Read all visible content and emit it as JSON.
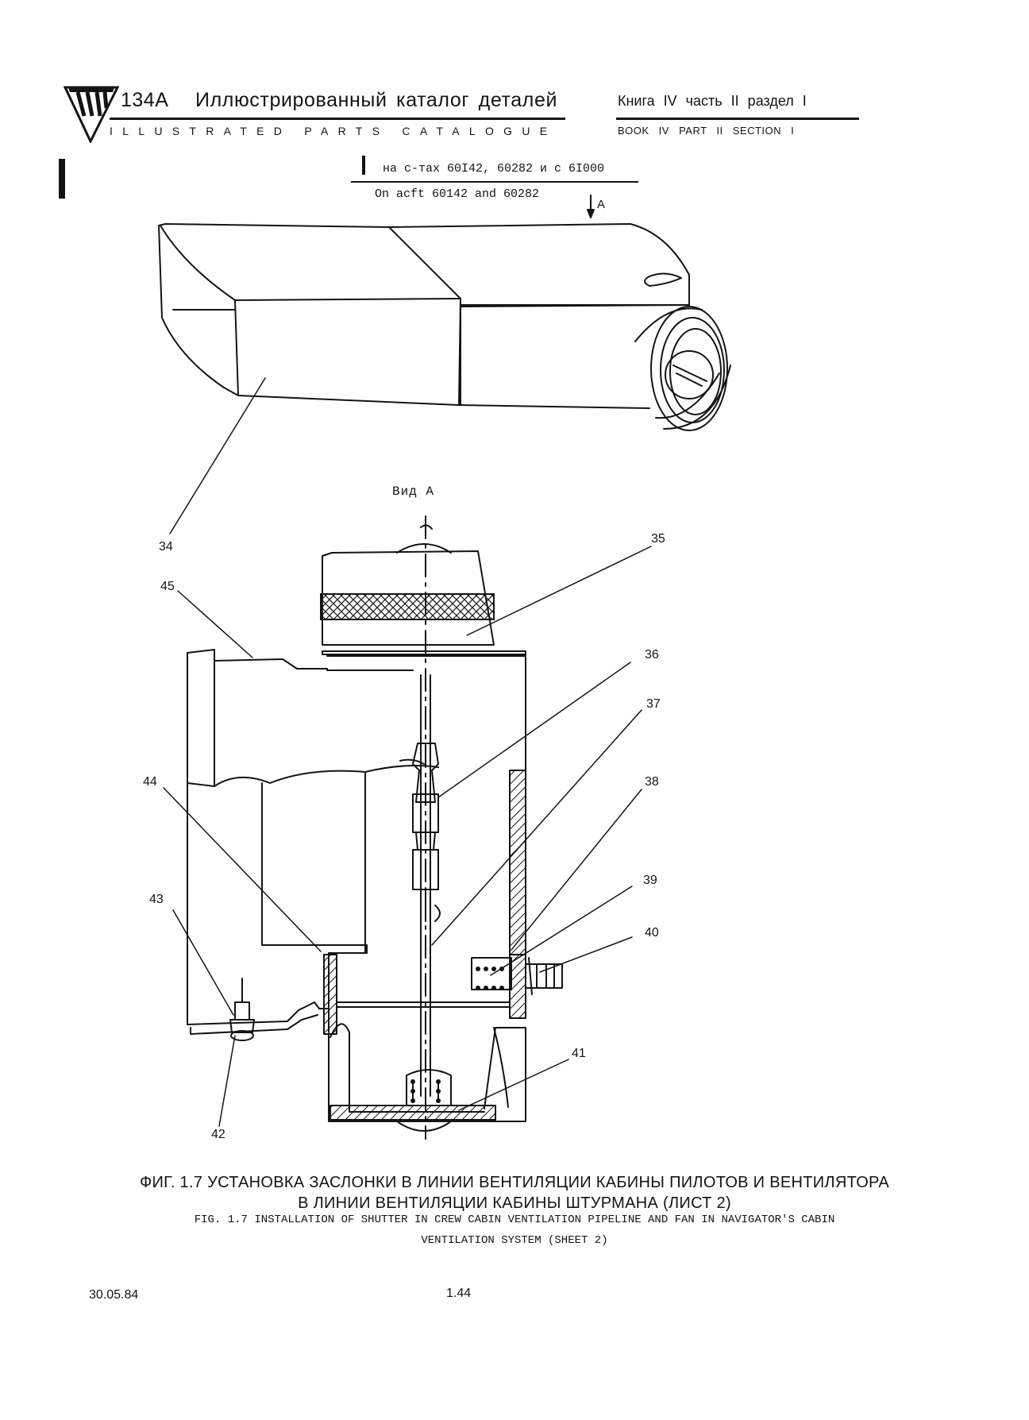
{
  "header": {
    "model": "134A",
    "title_ru": "Иллюстрированный каталог деталей",
    "title_en": "ILLUSTRATED PARTS CATALOGUE",
    "book_ru": "Книга IV часть II раздел I",
    "book_en": "BOOK IV PART II SECTION I"
  },
  "effectivity": {
    "ru": "на с-тах 60I42, 60282 и с 6I000",
    "en": "On acft 60142 and 60282"
  },
  "view_arrow_label": "A",
  "view_title": "Вид А",
  "callouts": [
    "34",
    "35",
    "36",
    "37",
    "38",
    "39",
    "40",
    "41",
    "42",
    "43",
    "44",
    "45"
  ],
  "caption": {
    "ru_line1": "ФИГ. 1.7 УСТАНОВКА ЗАСЛОНКИ В ЛИНИИ ВЕНТИЛЯЦИИ КАБИНЫ ПИЛОТОВ И ВЕНТИЛЯТОРА",
    "ru_line2": "В ЛИНИИ ВЕНТИЛЯЦИИ КАБИНЫ ШТУРМАНА (ЛИСТ 2)",
    "en_line1": "FIG. 1.7 INSTALLATION OF SHUTTER IN CREW CABIN VENTILATION PIPELINE AND FAN IN NAVIGATOR'S CABIN",
    "en_line2": "VENTILATION SYSTEM (SHEET 2)"
  },
  "footer": {
    "date": "30.05.84",
    "page": "1.44"
  },
  "colors": {
    "ink": "#141414",
    "paper": "#ffffff"
  }
}
